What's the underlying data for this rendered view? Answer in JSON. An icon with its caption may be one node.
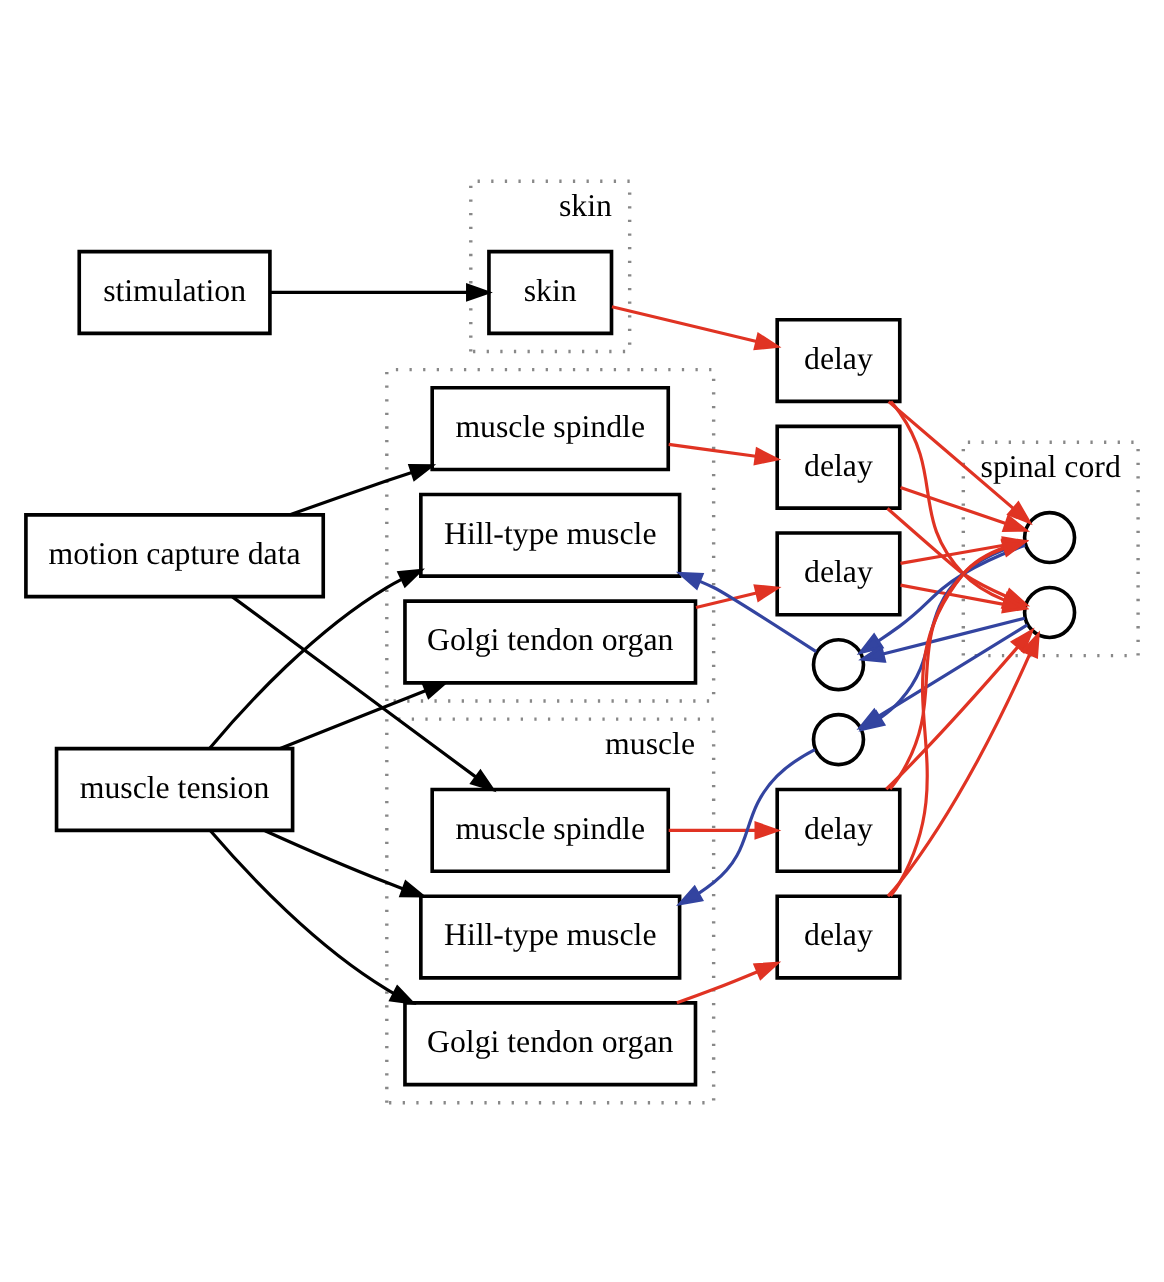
{
  "diagram": {
    "nodes": [
      {
        "text": [
          "stimulation"
        ]
      },
      {
        "text": [
          "skin"
        ]
      },
      {
        "text": [
          "skin"
        ],
        "in": 1
      },
      {
        "text": [
          "delay"
        ]
      },
      {
        "text": [
          "motion capture data"
        ]
      },
      {
        "text": [],
        "shape": "box"
      },
      {
        "text": [
          "muscle spindle"
        ],
        "in": 5
      },
      {
        "text": [
          "Golgi tendon organ"
        ],
        "in": 5
      },
      {
        "text": [
          "Hill-type muscle"
        ],
        "in": 5
      },
      {
        "text": [
          "delay"
        ]
      },
      {
        "text": [
          "delay"
        ]
      },
      {
        "text": [
          "spinal cord"
        ]
      },
      {
        "text": [],
        "shape": "circle",
        "in": 11
      },
      {
        "text": [],
        "shape": "circle"
      },
      {
        "text": [
          "muscle tension"
        ]
      },
      {
        "text": [
          "muscle"
        ]
      },
      {
        "text": [
          "muscle spindle"
        ],
        "in": 15
      },
      {
        "text": [
          "Golgi tendon organ"
        ],
        "in": 15
      },
      {
        "text": [
          "Hill-type muscle"
        ],
        "in": 15
      },
      {
        "text": [
          "delay"
        ]
      },
      {
        "text": [
          "delay"
        ]
      },
      {
        "text": [],
        "shape": "circle",
        "in": 11
      },
      {
        "text": [],
        "shape": "circle"
      }
    ],
    "edges": [
      {
        "from": 0,
        "to": 2,
        "arrow": "to",
        "color": "#000000"
      },
      {
        "from": 2,
        "to": 3,
        "arrow": "to"
      },
      {
        "from": 4,
        "to": 6,
        "arrow": "to",
        "color": "#000000"
      },
      {
        "from": 4,
        "to": 16,
        "arrow": "to",
        "color": "#000000"
      },
      {
        "from": 14,
        "to": 7,
        "arrow": "to",
        "color": "#000000"
      },
      {
        "from": 14,
        "to": 8,
        "arrow": "to",
        "color": "#000000"
      },
      {
        "from": 14,
        "to": 17,
        "arrow": "to",
        "color": "#000000"
      },
      {
        "from": 14,
        "to": 18,
        "arrow": "to",
        "color": "#000000"
      },
      {
        "from": 6,
        "to": 9,
        "arrow": "to"
      },
      {
        "from": 7,
        "to": 10,
        "arrow": "to"
      },
      {
        "from": 16,
        "to": 19,
        "arrow": "to"
      },
      {
        "from": 17,
        "to": 20,
        "arrow": "to"
      },
      {
        "from": 3,
        "to": 12,
        "arrow": "to"
      },
      {
        "from": 3,
        "to": 21,
        "arrow": "to"
      },
      {
        "from": 9,
        "to": 12,
        "arrow": "to"
      },
      {
        "from": 9,
        "to": 21,
        "arrow": "to"
      },
      {
        "from": 10,
        "to": 12,
        "arrow": "to"
      },
      {
        "from": 10,
        "to": 21,
        "arrow": "to"
      },
      {
        "from": 19,
        "to": 12,
        "arrow": "to"
      },
      {
        "from": 19,
        "to": 21,
        "arrow": "to"
      },
      {
        "from": 20,
        "to": 12,
        "arrow": "to"
      },
      {
        "from": 20,
        "to": 21,
        "arrow": "to"
      },
      {
        "from": 12,
        "to": 13,
        "arrow": "to",
        "color": "#3344a0"
      },
      {
        "from": 12,
        "to": 22,
        "arrow": "to",
        "color": "#3344a0"
      },
      {
        "from": 21,
        "to": 22,
        "arrow": "to",
        "color": "#3344a0"
      },
      {
        "from": 21,
        "to": 13,
        "arrow": "to",
        "color": "#3344a0"
      },
      {
        "from": 13,
        "to": 8,
        "arrow": "to",
        "color": "#3344a0"
      },
      {
        "from": 22,
        "to": 18,
        "arrow": "to",
        "color": "#3344a0"
      }
    ]
  }
}
